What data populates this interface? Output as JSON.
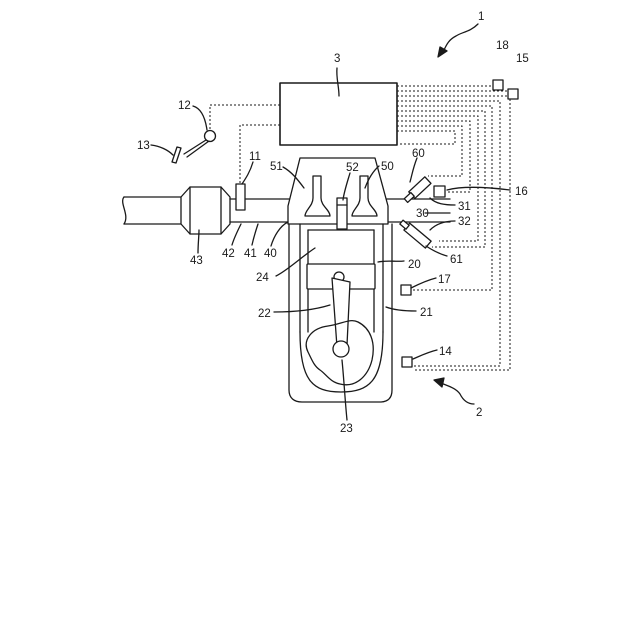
{
  "labels": {
    "l1": "1",
    "l2": "2",
    "l3": "3",
    "l11": "11",
    "l12": "12",
    "l13": "13",
    "l14": "14",
    "l15": "15",
    "l16": "16",
    "l17": "17",
    "l18": "18",
    "l20": "20",
    "l21": "21",
    "l22": "22",
    "l23": "23",
    "l24": "24",
    "l30": "30",
    "l31": "31",
    "l32": "32",
    "l40": "40",
    "l41": "41",
    "l42": "42",
    "l43": "43",
    "l50": "50",
    "l51": "51",
    "l52": "52",
    "l60": "60",
    "l61": "61"
  }
}
